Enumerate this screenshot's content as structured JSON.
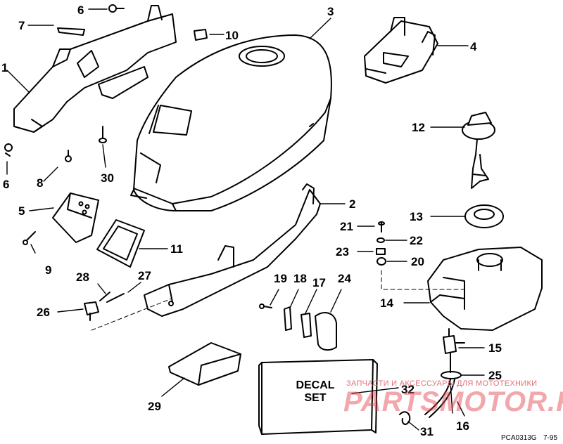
{
  "diagram": {
    "callouts": {
      "c1": "1",
      "c2": "2",
      "c3": "3",
      "c4": "4",
      "c5": "5",
      "c6a": "6",
      "c6b": "6",
      "c7": "7",
      "c8": "8",
      "c9": "9",
      "c10": "10",
      "c11": "11",
      "c12": "12",
      "c13": "13",
      "c14": "14",
      "c15": "15",
      "c16": "16",
      "c17": "17",
      "c18": "18",
      "c19": "19",
      "c20": "20",
      "c21": "21",
      "c22": "22",
      "c23": "23",
      "c24": "24",
      "c25": "25",
      "c26": "26",
      "c27": "27",
      "c28": "28",
      "c29": "29",
      "c30": "30",
      "c31": "31",
      "c32": "32"
    },
    "decal_line1": "DECAL",
    "decal_line2": "SET",
    "drawing_code": "PCA0313G",
    "drawing_date": "7-95"
  },
  "watermark": {
    "tagline": "ЗАПЧАСТИ И АКСЕССУАРЫ ДЛЯ МОТОТЕХНИКИ",
    "brand": "PARTSMOTOR.RU"
  }
}
